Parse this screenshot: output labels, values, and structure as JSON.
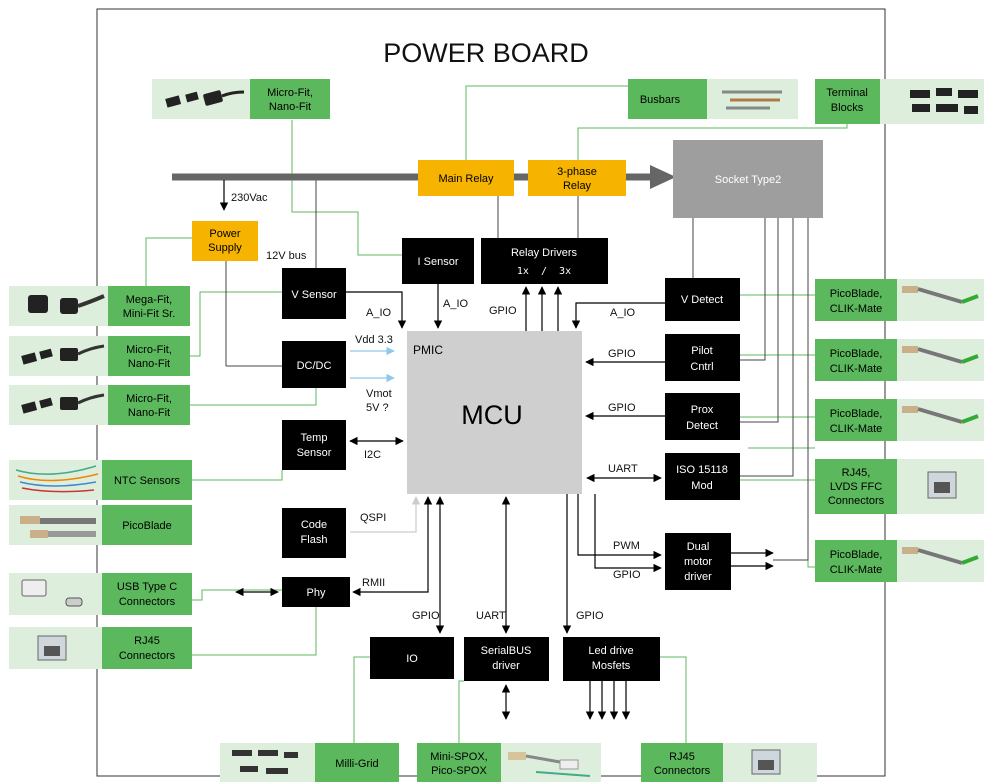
{
  "title": "POWER BOARD",
  "mains_voltage": "230Vac",
  "bus_12v": "12V bus",
  "orange": {
    "main_relay": "Main Relay",
    "three_phase_relay": [
      "3-phase",
      "Relay"
    ],
    "power_supply": [
      "Power",
      "Supply"
    ]
  },
  "socket": "Socket Type2",
  "black": {
    "i_sensor": "I Sensor",
    "relay_drivers": [
      "Relay Drivers",
      "1x  /  3x"
    ],
    "v_sensor": "V Sensor",
    "dcdc": "DC/DC",
    "temp_sensor": [
      "Temp",
      "Sensor"
    ],
    "code_flash": [
      "Code",
      "Flash"
    ],
    "phy": "Phy",
    "io": "IO",
    "serialbus_driver": [
      "SerialBUS",
      "driver"
    ],
    "led_drive": [
      "Led drive",
      "Mosfets"
    ],
    "v_detect": "V Detect",
    "pilot_cntrl": [
      "Pilot",
      "Cntrl"
    ],
    "prox_detect": [
      "Prox",
      "Detect"
    ],
    "iso15118": [
      "ISO 15118",
      "Mod"
    ],
    "dual_motor": [
      "Dual",
      "motor",
      "driver"
    ]
  },
  "mcu": {
    "label": "MCU",
    "pmic": "PMIC"
  },
  "signals": {
    "a_io_left": "A_IO",
    "a_io_top": "A_IO",
    "gpio_top": "GPIO",
    "a_io_right": "A_IO",
    "vdd": "Vdd 3.3",
    "vmot": [
      "Vmot",
      "5V ?"
    ],
    "i2c": "I2C",
    "qspi": "QSPI",
    "rmii": "RMII",
    "gpio_pilot": "GPIO",
    "gpio_prox": "GPIO",
    "uart_iso": "UART",
    "pwm": "PWM",
    "gpio_motor": "GPIO",
    "gpio_io": "GPIO",
    "uart_serial": "UART",
    "gpio_led": "GPIO"
  },
  "connectors": {
    "micro_nano_top": [
      "Micro-Fit,",
      "Nano-Fit"
    ],
    "busbars": "Busbars",
    "terminal_blocks": [
      "Terminal",
      "Blocks"
    ],
    "mega_fit": [
      "Mega-Fit,",
      "Mini-Fit Sr."
    ],
    "micro_nano_1": [
      "Micro-Fit,",
      "Nano-Fit"
    ],
    "micro_nano_2": [
      "Micro-Fit,",
      "Nano-Fit"
    ],
    "ntc": "NTC Sensors",
    "picoblade": "PicoBlade",
    "usb_c": [
      "USB Type C",
      "Connectors"
    ],
    "rj45_left": [
      "RJ45",
      "Connectors"
    ],
    "milli_grid": "Milli-Grid",
    "mini_spox": [
      "Mini-SPOX,",
      "Pico-SPOX"
    ],
    "rj45_bottom": [
      "RJ45",
      "Connectors"
    ],
    "pico_clik_1": [
      "PicoBlade,",
      "CLIK-Mate"
    ],
    "pico_clik_2": [
      "PicoBlade,",
      "CLIK-Mate"
    ],
    "pico_clik_3": [
      "PicoBlade,",
      "CLIK-Mate"
    ],
    "rj45_lvds": [
      "RJ45,",
      "LVDS FFC",
      "Connectors"
    ],
    "pico_clik_4": [
      "PicoBlade,",
      "CLIK-Mate"
    ]
  },
  "colors": {
    "orange": "#f6b400",
    "green": "#5cb85c",
    "green_line": "#5cb85c",
    "light_green": "#ddeedd",
    "black_box": "#000000",
    "mcu_gray": "#cfcfcf",
    "socket_gray": "#9e9e9e",
    "bus_gray": "#666666",
    "blue_arrow": "#8ec8ee"
  }
}
